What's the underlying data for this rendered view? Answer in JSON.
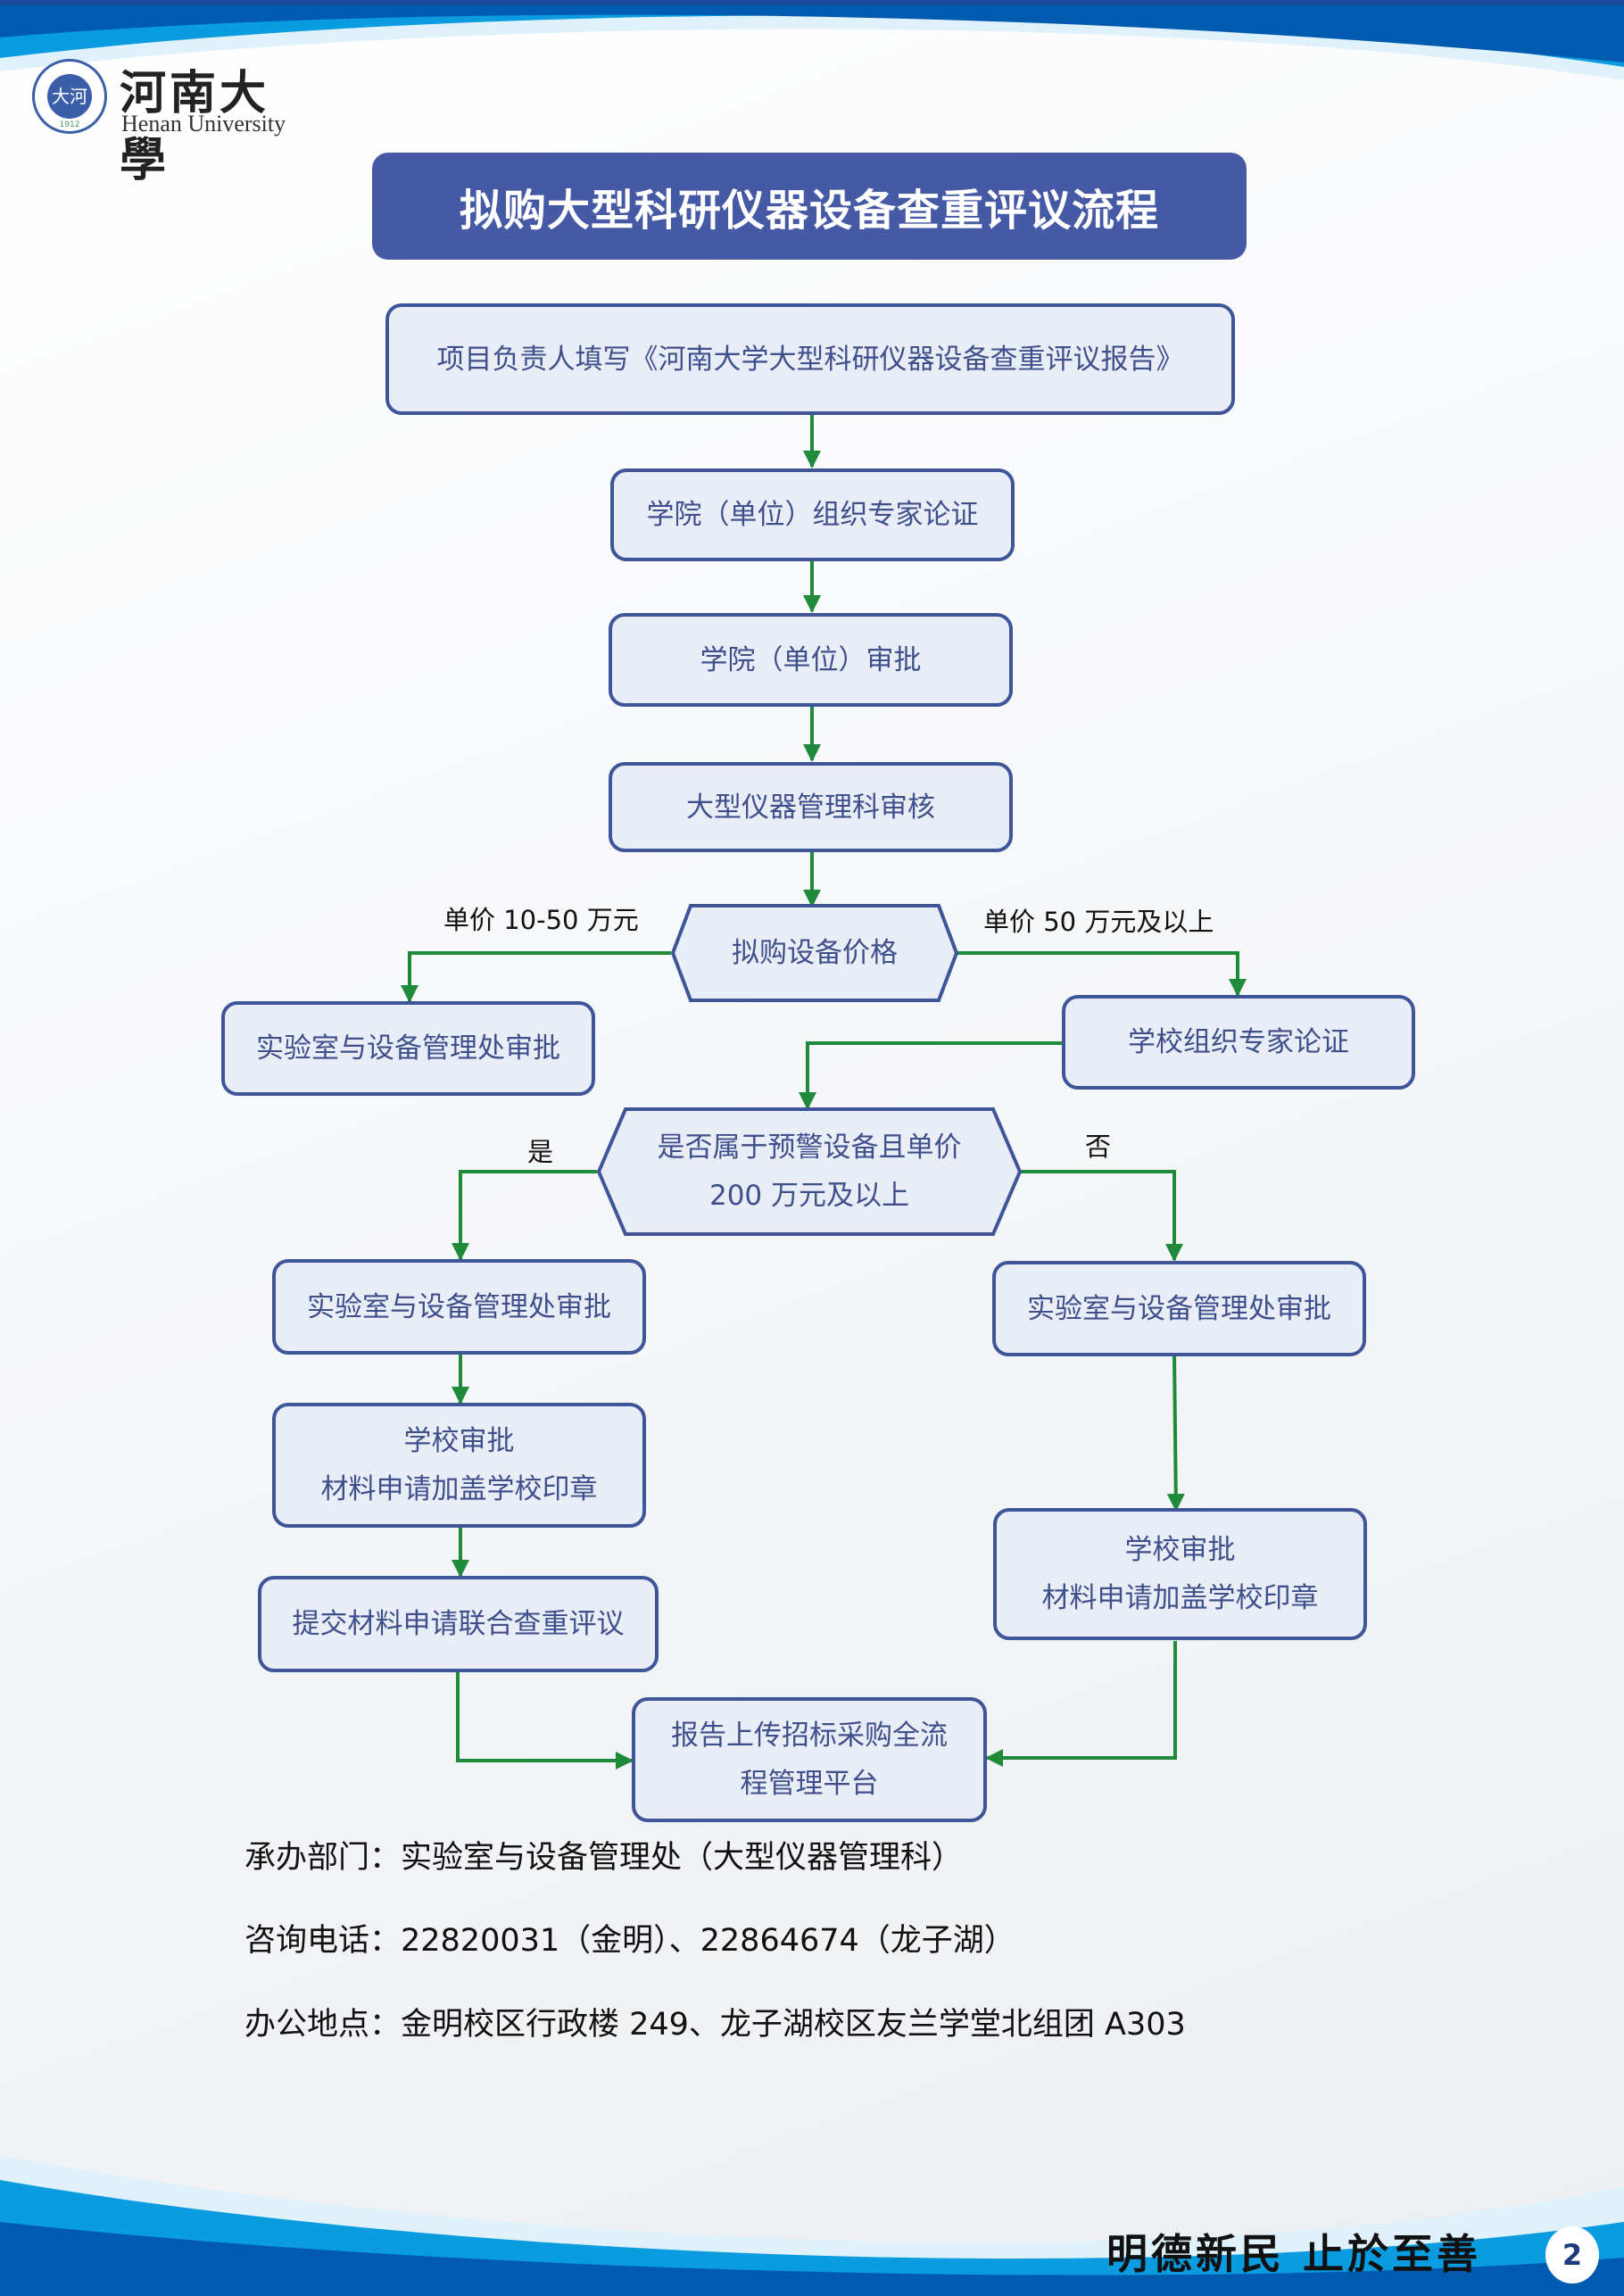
{
  "header": {
    "logo_seal_text": "大河",
    "logo_seal_year": "1912",
    "logo_name_cn": "河南大學",
    "logo_name_en": "Henan University"
  },
  "title": "拟购大型科研仪器设备查重评议流程",
  "colors": {
    "title_bg": "#4559a5",
    "node_border": "#3f5599",
    "node_fill": "#e9edf5",
    "node_text": "#3f4f8c",
    "arrow": "#1e8a3a",
    "wave_dark": "#005bb0",
    "wave_mid": "#0a9be0",
    "wave_light": "#dff1fa"
  },
  "flow": {
    "nodes": {
      "fill_report": "项目负责人填写《河南大学大型科研仪器设备查重评议报告》",
      "college_expert": "学院（单位）组织专家论证",
      "college_approve": "学院（单位）审批",
      "instrument_review": "大型仪器管理科审核",
      "price_decision": "拟购设备价格",
      "left_lab_approve": "实验室与设备管理处审批",
      "school_expert": "学校组织专家论证",
      "warning_decision_line1": "是否属于预警设备且单价",
      "warning_decision_line2": "200 万元及以上",
      "yes_lab_approve": "实验室与设备管理处审批",
      "no_lab_approve": "实验室与设备管理处审批",
      "yes_school_line1": "学校审批",
      "yes_school_line2": "材料申请加盖学校印章",
      "no_school_line1": "学校审批",
      "no_school_line2": "材料申请加盖学校印章",
      "joint_review": "提交材料申请联合查重评议",
      "upload_line1": "报告上传招标采购全流",
      "upload_line2": "程管理平台"
    },
    "edge_labels": {
      "price_low": "单价 10-50 万元",
      "price_high": "单价 50 万元及以上",
      "yes": "是",
      "no": "否"
    }
  },
  "info": {
    "department": "承办部门：实验室与设备管理处（大型仪器管理科）",
    "phone": "咨询电话：22820031（金明）、22864674（龙子湖）",
    "address": "办公地点：金明校区行政楼 249、龙子湖校区友兰学堂北组团 A303"
  },
  "footer": {
    "motto": "明德新民 止於至善",
    "page_number": "2"
  }
}
